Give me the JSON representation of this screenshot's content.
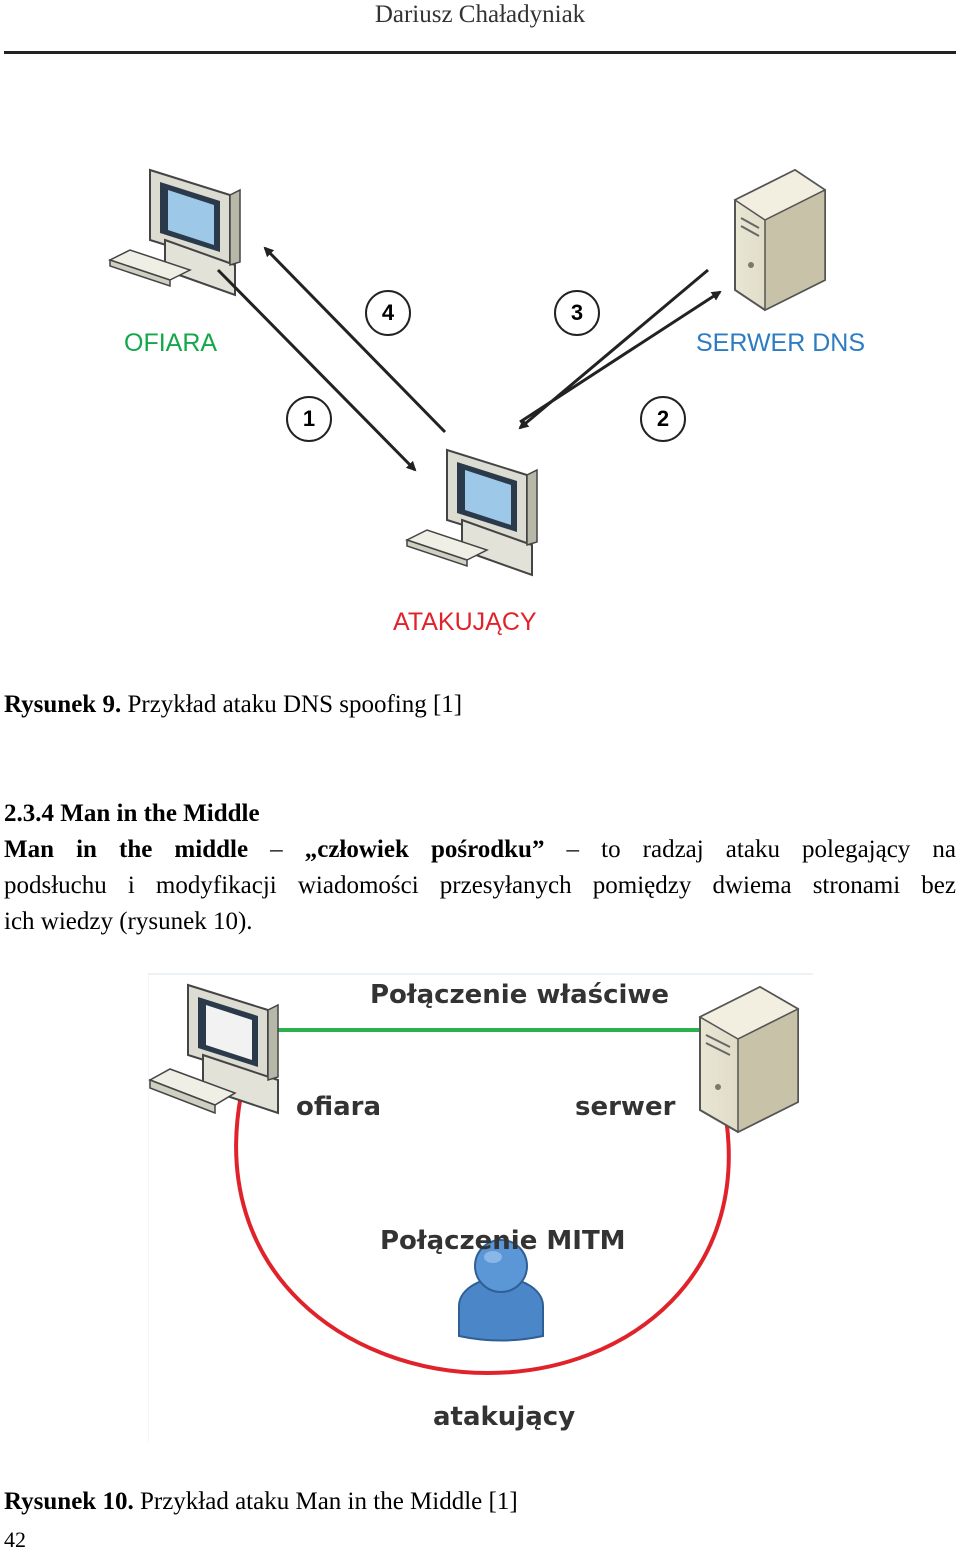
{
  "header": {
    "author": "Dariusz Chaładyniak"
  },
  "figure9": {
    "label_victim": "OFIARA",
    "label_server": "SERWER DNS",
    "label_attacker": "ATAKUJĄCY",
    "step_1": "1",
    "step_2": "2",
    "step_3": "3",
    "step_4": "4",
    "caption_bold": "Rysunek 9.",
    "caption_text": " Przykład ataku DNS spoofing [1]",
    "colors": {
      "victim": "#12a84a",
      "server": "#2d7cc2",
      "attacker": "#e0232b"
    }
  },
  "section": {
    "heading": "2.3.4  Man in the Middle",
    "para_line1_bold_a": "Man in the middle",
    "para_line1_dash1": " – ",
    "para_line1_bold_b": "„człowiek pośrodku”",
    "para_line1_rest": " – to radzaj ataku polegający na",
    "para_line2": "podsłuchu i modyfikacji wiadomości przesyłanych pomiędzy dwiema stronami bez",
    "para_line3": "ich wiedzy (rysunek 10)."
  },
  "figure10": {
    "title_proper": "Połączenie właściwe",
    "label_victim": "ofiara",
    "label_server": "serwer",
    "title_mitm": "Połączenie MITM",
    "label_attacker": "atakujący",
    "caption_bold": "Rysunek 10.",
    "caption_text": " Przykład ataku Man in the Middle [1]",
    "colors": {
      "proper_line": "#2bb24c",
      "mitm_line": "#e0232b",
      "person": "#4a86c8"
    }
  },
  "footer": {
    "page_number": "42"
  }
}
